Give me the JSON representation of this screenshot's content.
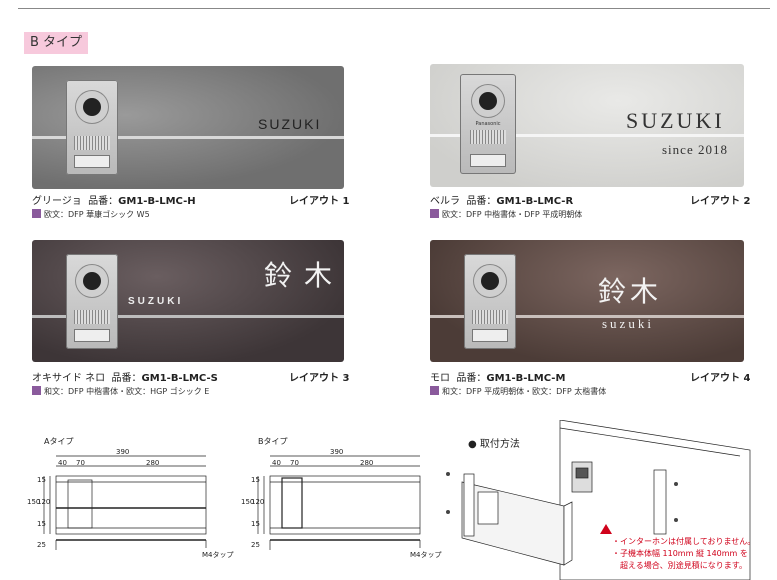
{
  "section_badge": "B タイプ",
  "panels": [
    {
      "name_text": "SUZUKI",
      "sub_text": "",
      "caption_name": "グリージョ",
      "caption_code_label": "品番：",
      "caption_code": "GM1-B-LMC-H",
      "layout": "レイアウト 1",
      "font_icon": "書体",
      "font": "欧文：DFP 華康ゴシック W5"
    },
    {
      "name_text": "SUZUKI",
      "sub_text": "since 2018",
      "intercom_brand": "Panasonic",
      "caption_name": "ベルラ",
      "caption_code_label": "品番：",
      "caption_code": "GM1-B-LMC-R",
      "layout": "レイアウト 2",
      "font_icon": "書体",
      "font": "欧文：DFP 中楷書体・DFP 平成明朝体"
    },
    {
      "name_text": "鈴木",
      "sub_text": "SUZUKI",
      "caption_name": "オキサイド ネロ",
      "caption_code_label": "品番：",
      "caption_code": "GM1-B-LMC-S",
      "layout": "レイアウト 3",
      "font_icon": "書体",
      "font": "和文：DFP 中楷書体・欧文：HGP ゴシック E"
    },
    {
      "name_text": "鈴木",
      "sub_text": "suzuki",
      "caption_name": "モロ",
      "caption_code_label": "品番：",
      "caption_code": "GM1-B-LMC-M",
      "layout": "レイアウト 4",
      "font_icon": "書体",
      "font": "和文：DFP 平成明朝体・欧文：DFP 太楷書体"
    }
  ],
  "drawings": {
    "a_type": {
      "title": "Aタイプ",
      "total": "390",
      "d1": "40",
      "d2": "70",
      "d3": "280",
      "h_total": "150",
      "h1": "15",
      "h2": "120",
      "h3": "15",
      "foot": "25",
      "tap": "M4タップ"
    },
    "b_type": {
      "title": "Bタイプ",
      "total": "390",
      "d1": "40",
      "d2": "70",
      "d3": "280",
      "h_total": "150",
      "h1": "15",
      "h2": "120",
      "h3": "15",
      "foot": "25",
      "tap": "M4タップ"
    },
    "mount_title": "● 取付方法"
  },
  "notes": [
    "・インターホンは付属しておりません。",
    "・子機本体幅 110mm 縦 140mm を",
    "　超える場合、別途見積になります。"
  ],
  "colors": {
    "badge": "#f7c9dc",
    "note_red": "#d0021b",
    "font_icon": "#8a5a9c"
  }
}
